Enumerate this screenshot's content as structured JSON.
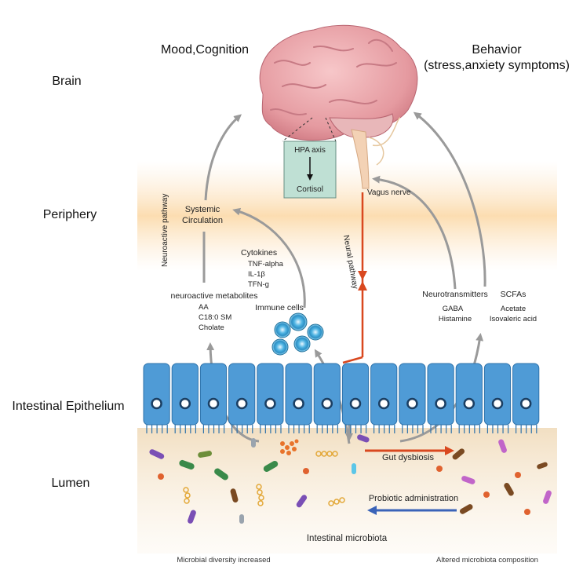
{
  "row_labels": {
    "brain": "Brain",
    "periphery": "Periphery",
    "epithelium": "Intestinal Epithelium",
    "lumen": "Lumen"
  },
  "top": {
    "mood": "Mood,Cognition",
    "behavior_line1": "Behavior",
    "behavior_line2": "(stress,anxiety symptoms)"
  },
  "hpa": {
    "axis": "HPA axis",
    "cortisol": "Cortisol"
  },
  "vagus": "Vagus nerve",
  "neural_pathway": "Neural pathway",
  "neuroactive_pathway": "Neuroactive pathway",
  "systemic": {
    "line1": "Systemic",
    "line2": "Circulation"
  },
  "cytokines": [
    "Cytokines",
    "TNF-alpha",
    "IL-1β",
    "TFN-g"
  ],
  "immune_cells": "Immune cells",
  "metabolites": {
    "title": "neuroactive metabolites",
    "items": [
      "AA",
      "C18:0 SM",
      "Cholate"
    ]
  },
  "neurotransmitters": {
    "title": "Neurotransmitters",
    "items": [
      "GABA",
      "Histamine"
    ]
  },
  "scfas": {
    "title": "SCFAs",
    "items": [
      "Acetate",
      "Isovaleric acid"
    ]
  },
  "gut_dysbiosis": "Gut dysbiosis",
  "probiotic": "Probiotic administration",
  "intestinal_microbiota": "Intestinal microbiota",
  "bottom_left": "Microbial diversity increased",
  "bottom_right": "Altered microbiota composition",
  "colors": {
    "arrow_grey": "#9a9a9a",
    "neural_red": "#d9481f",
    "dysbiosis_red": "#d9481f",
    "probiotic_blue": "#3a63b8",
    "cell_blue": "#4f9bd6",
    "hpa_box": "#bfe0d4"
  }
}
